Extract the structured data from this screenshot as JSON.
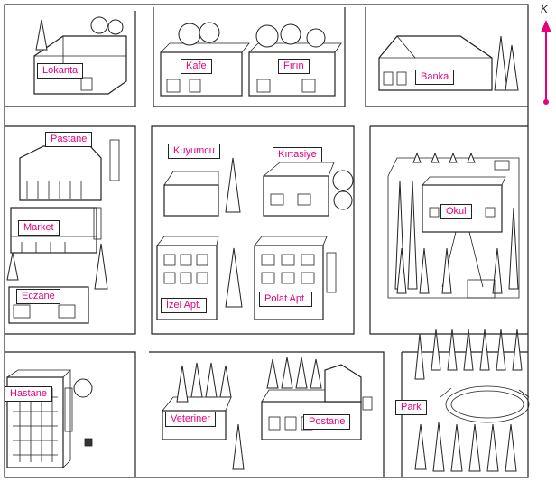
{
  "compass": {
    "letter": "K",
    "color": "#e6007e"
  },
  "label_color": "#e6007e",
  "places": {
    "lokanta": "Lokanta",
    "kafe": "Kafe",
    "firin": "Fırın",
    "banka": "Banka",
    "pastane": "Pastane",
    "kuyumcu": "Kuyumcu",
    "kirtasiye": "Kırtasiye",
    "market": "Market",
    "okul": "Okul",
    "eczane": "Eczane",
    "izel_apt": "İzel Apt.",
    "polat_apt": "Polat Apt.",
    "hastane": "Hastane",
    "veteriner": "Veteriner",
    "postane": "Postane",
    "park": "Park"
  }
}
